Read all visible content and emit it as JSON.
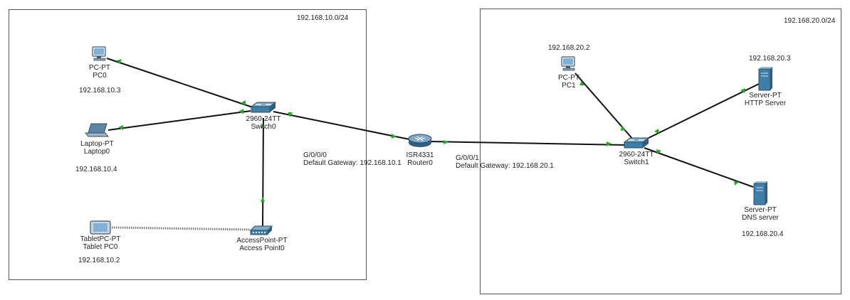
{
  "networks": {
    "left": {
      "subnet": "192.168.10.0/24"
    },
    "right": {
      "subnet": "192.168.20.0/24"
    }
  },
  "devices": {
    "pc0": {
      "model": "PC-PT",
      "name": "PC0",
      "ip": "192.168.10.3"
    },
    "laptop0": {
      "model": "Laptop-PT",
      "name": "Laptop0",
      "ip": "192.168.10.4"
    },
    "tablet0": {
      "model": "TabletPC-PT",
      "name": "Tablet PC0",
      "ip": "192.168.10.2"
    },
    "ap0": {
      "model": "AccessPoint-PT",
      "name": "Access Point0"
    },
    "switch0": {
      "model": "2960-24TT",
      "name": "Switch0"
    },
    "router0": {
      "model": "ISR4331",
      "name": "Router0"
    },
    "switch1": {
      "model": "2960-24TT",
      "name": "Switch1"
    },
    "pc1": {
      "model": "PC-PT",
      "name": "PC1",
      "ip": "192.168.20.2"
    },
    "http": {
      "model": "Server-PT",
      "name": "HTTP Server",
      "ip": "192.168.20.3"
    },
    "dns": {
      "model": "Server-PT",
      "name": "DNS server",
      "ip": "192.168.20.4"
    }
  },
  "interfaces": {
    "g000": {
      "port": "G/0/0/0",
      "gateway": "Default Gateway: 192.168.10.1"
    },
    "g001": {
      "port": "G/0/0/1",
      "gateway": "Default Gateway: 192.168.20.1"
    }
  },
  "colors": {
    "link": "#111111",
    "link_up": "#22aa22",
    "device_blue": "#3d7fa6",
    "border": "#555555"
  }
}
